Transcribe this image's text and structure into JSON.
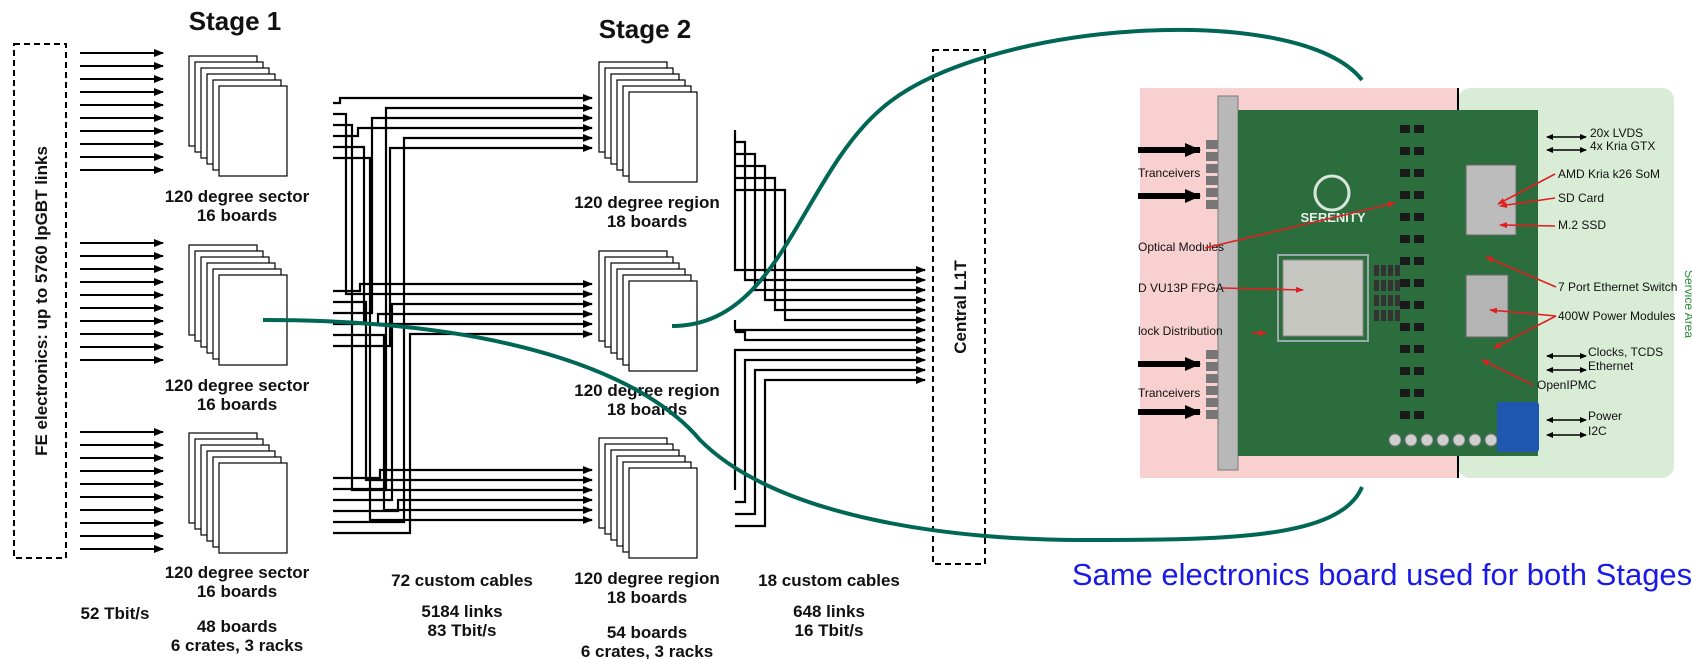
{
  "fe_label": "FE electronics: up to 5760 lpGBT links",
  "stage1": {
    "title": "Stage 1",
    "sector_line1": "120 degree sector",
    "sector_line2": "16 boards",
    "total_line1": "48 boards",
    "total_line2": "6 crates, 3 racks"
  },
  "stage2": {
    "title": "Stage 2",
    "region_line1": "120 degree region",
    "region_line2": "18 boards",
    "total_line1": "54 boards",
    "total_line2": "6 crates, 3 racks"
  },
  "bandwidth_fe": "52 Tbit/s",
  "cables1": {
    "label": "72 custom cables",
    "links": "5184 links",
    "rate": "83 Tbit/s"
  },
  "cables2": {
    "label": "18 custom cables",
    "links": "648 links",
    "rate": "16 Tbit/s"
  },
  "central_label": "Central L1T",
  "same_board_caption": "Same electronics board used for both Stages",
  "board_photo": {
    "brand": "SERENITY",
    "left_labels": [
      "Tranceivers",
      "Optical Modules",
      "D VU13P FPGA",
      "lock Distribution",
      "Tranceivers"
    ],
    "right_labels": [
      "20x LVDS",
      "4x Kria GTX",
      "AMD Kria k26 SoM",
      "SD Card",
      "M.2 SSD",
      "7 Port Ethernet Switch",
      "400W Power Modules",
      "Clocks, TCDS",
      "Ethernet",
      "OpenIPMC",
      "Power",
      "I2C"
    ],
    "side_label": "Service Area"
  },
  "colors": {
    "curve": "#006655",
    "caption": "#1a1ae6",
    "left_zone": "#f7d0cf",
    "right_zone": "#d8ecd6",
    "pcb": "#2b6d3c",
    "callout": "#e02020"
  }
}
